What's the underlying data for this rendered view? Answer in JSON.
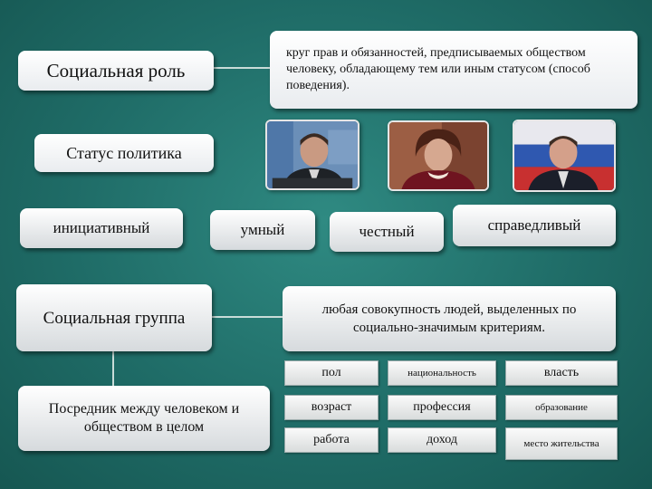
{
  "role": {
    "title": "Социальная роль",
    "definition": "круг прав и обязанностей, предписываемых обществом человеку, обладающему тем или иным статусом (способ поведения)."
  },
  "status": {
    "title": "Статус политика",
    "qualities": [
      "инициативный",
      "умный",
      "честный",
      "справедливый"
    ]
  },
  "photos": [
    "politician-photo-1",
    "politician-photo-2",
    "politician-photo-3"
  ],
  "group": {
    "title": "Социальная группа",
    "definition": "любая совокупность людей, выделенных по социально-значимым критериям.",
    "mediator": "Посредник между человеком и обществом в целом",
    "criteria": [
      [
        "пол",
        "национальность",
        "власть"
      ],
      [
        "возраст",
        "профессия",
        "образование"
      ],
      [
        "работа",
        "доход",
        "место жительства"
      ]
    ]
  }
}
